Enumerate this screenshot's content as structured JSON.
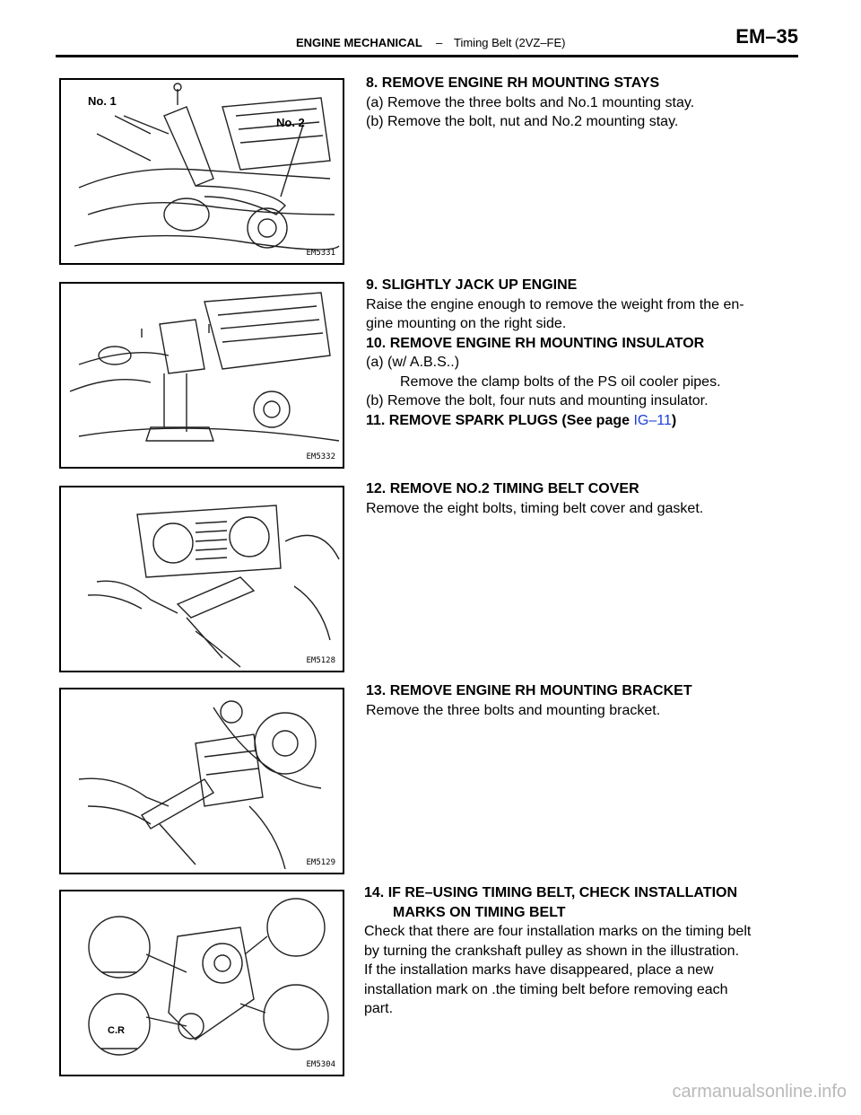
{
  "header": {
    "section": "ENGINE MECHANICAL",
    "separator": "–",
    "subsection": "Timing Belt (2VZ–FE)",
    "page_number": "EM–35"
  },
  "figures": [
    {
      "code": "EM5331",
      "labels": [
        "No. 1",
        "No. 2"
      ]
    },
    {
      "code": "EM5332"
    },
    {
      "code": "EM5128"
    },
    {
      "code": "EM5129"
    },
    {
      "code": "EM5304",
      "labels": [
        "C.R"
      ]
    }
  ],
  "steps": {
    "s8": {
      "title": "8. REMOVE ENGINE RH MOUNTING STAYS",
      "a": "(a) Remove the three bolts and No.1 mounting stay.",
      "b": "(b) Remove the bolt, nut and No.2 mounting stay."
    },
    "s9": {
      "title": "9. SLIGHTLY JACK UP ENGINE",
      "body_1": "Raise the engine enough to remove the weight from the en-",
      "body_2": "gine mounting on the right side."
    },
    "s10": {
      "title": "10. REMOVE ENGINE RH MOUNTING INSULATOR",
      "a_label": "(a) (w/ A.B.S..)",
      "a_text": "Remove the clamp bolts of the PS oil cooler pipes.",
      "b": "(b) Remove the bolt, four nuts and mounting insulator."
    },
    "s11": {
      "title_prefix": "11. REMOVE SPARK PLUGS (See page ",
      "link": "IG–11",
      "title_suffix": ")"
    },
    "s12": {
      "title": "12. REMOVE NO.2 TIMING BELT COVER",
      "body": "Remove the eight bolts, timing belt cover and gasket."
    },
    "s13": {
      "title": "13. REMOVE ENGINE RH MOUNTING BRACKET",
      "body": "Remove the three bolts and mounting bracket."
    },
    "s14": {
      "title_1": "14. IF RE–USING TIMING BELT, CHECK INSTALLATION",
      "title_2": "MARKS ON TIMING BELT",
      "line_1": "Check that there are four installation marks on the timing belt",
      "line_2": "by turning the crankshaft pulley as shown in the illustration.",
      "line_3": "If the installation marks have disappeared, place a new",
      "line_4": "installation mark on .the timing belt before removing each",
      "line_5": "part."
    }
  },
  "watermark": "carmanualsonline.info"
}
